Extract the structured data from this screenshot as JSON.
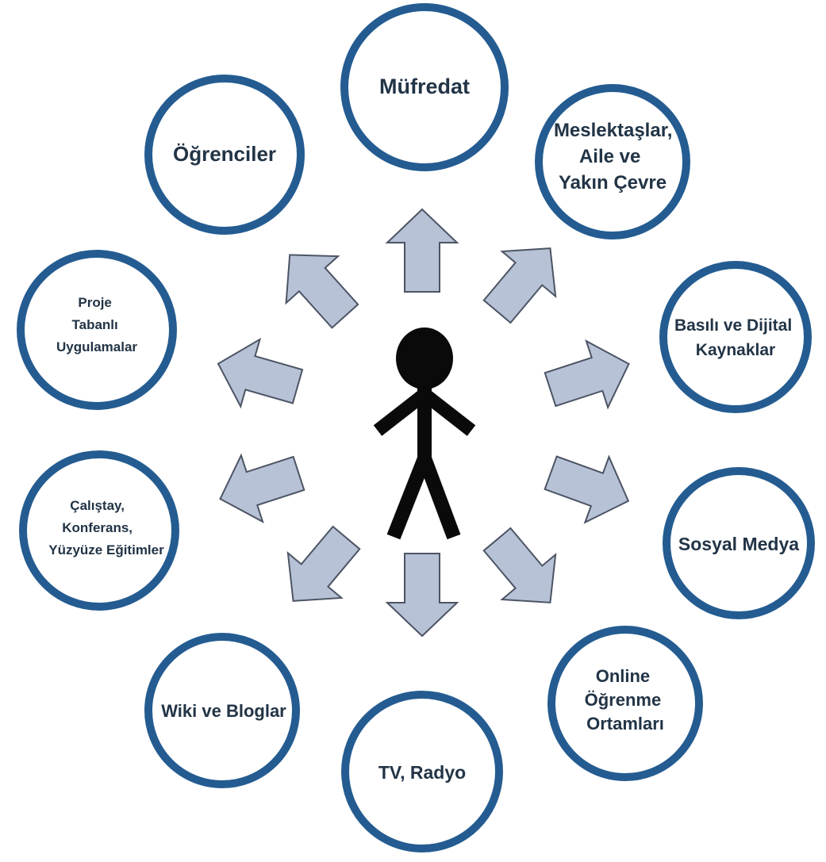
{
  "diagram": {
    "colors": {
      "circle_stroke": "#245c91",
      "circle_fill": "#ffffff",
      "arrow_fill": "#b7c2d6",
      "arrow_stroke": "#4c5464",
      "figure": "#0a0a0a",
      "text": "#223446"
    },
    "center": {
      "icon": "person-icon"
    },
    "nodes": [
      {
        "id": "mufredat",
        "lines": [
          "Müfredat"
        ]
      },
      {
        "id": "meslektaslar",
        "lines": [
          "Meslektaşlar,",
          "Aile ve",
          "Yakın Çevre"
        ]
      },
      {
        "id": "basili-dijital",
        "lines": [
          "Basılı ve Dijital",
          "Kaynaklar"
        ]
      },
      {
        "id": "sosyal-medya",
        "lines": [
          "Sosyal Medya"
        ]
      },
      {
        "id": "online-ogrenme",
        "lines": [
          "Online",
          "Öğrenme",
          "Ortamları"
        ]
      },
      {
        "id": "tv-radyo",
        "lines": [
          "TV, Radyo"
        ]
      },
      {
        "id": "wiki-bloglar",
        "lines": [
          "Wiki ve Bloglar"
        ]
      },
      {
        "id": "calistay",
        "lines": [
          "Çalıştay,",
          "Konferans,",
          "Yüzyüze Eğitimler"
        ]
      },
      {
        "id": "proje",
        "lines": [
          "Proje",
          "Tabanlı",
          "Uygulamalar"
        ]
      },
      {
        "id": "ogrenciler",
        "lines": [
          "Öğrenciler"
        ]
      }
    ]
  }
}
